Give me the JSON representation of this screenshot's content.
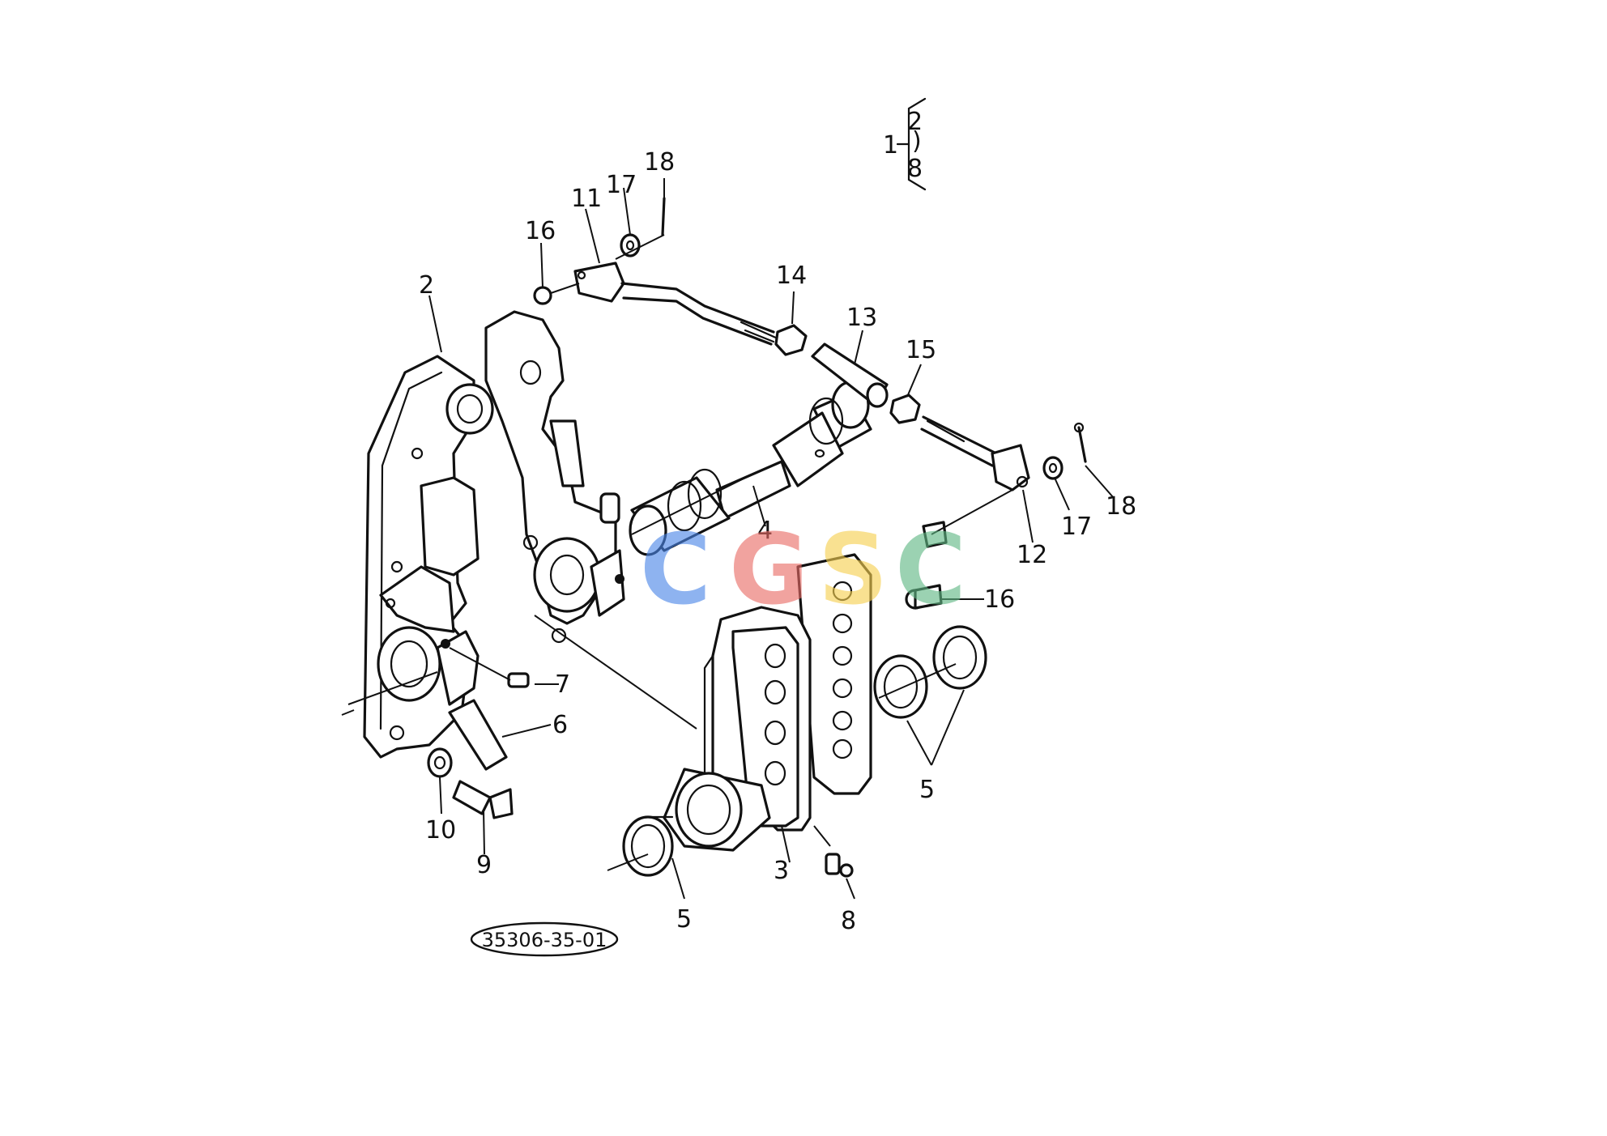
{
  "diagram": {
    "reference_code": "35306-35-01",
    "assembly_bracket": {
      "main": "1",
      "top": "2",
      "bottom": "8"
    },
    "callouts": [
      {
        "id": "c2",
        "text": "2"
      },
      {
        "id": "c3",
        "text": "3"
      },
      {
        "id": "c4",
        "text": "4"
      },
      {
        "id": "c5a",
        "text": "5"
      },
      {
        "id": "c5b",
        "text": "5"
      },
      {
        "id": "c6",
        "text": "6"
      },
      {
        "id": "c7",
        "text": "7"
      },
      {
        "id": "c8",
        "text": "8"
      },
      {
        "id": "c9",
        "text": "9"
      },
      {
        "id": "c10",
        "text": "10"
      },
      {
        "id": "c11",
        "text": "11"
      },
      {
        "id": "c12",
        "text": "12"
      },
      {
        "id": "c13",
        "text": "13"
      },
      {
        "id": "c14",
        "text": "14"
      },
      {
        "id": "c15",
        "text": "15"
      },
      {
        "id": "c16a",
        "text": "16"
      },
      {
        "id": "c16b",
        "text": "16"
      },
      {
        "id": "c17a",
        "text": "17"
      },
      {
        "id": "c17b",
        "text": "17"
      },
      {
        "id": "c18a",
        "text": "18"
      },
      {
        "id": "c18b",
        "text": "18"
      }
    ]
  },
  "watermark": {
    "letters": [
      {
        "char": "C",
        "color": "#4a86e8"
      },
      {
        "char": "G",
        "color": "#ea6b66"
      },
      {
        "char": "S",
        "color": "#f6cf4f"
      },
      {
        "char": "C",
        "color": "#5fb884"
      }
    ]
  }
}
